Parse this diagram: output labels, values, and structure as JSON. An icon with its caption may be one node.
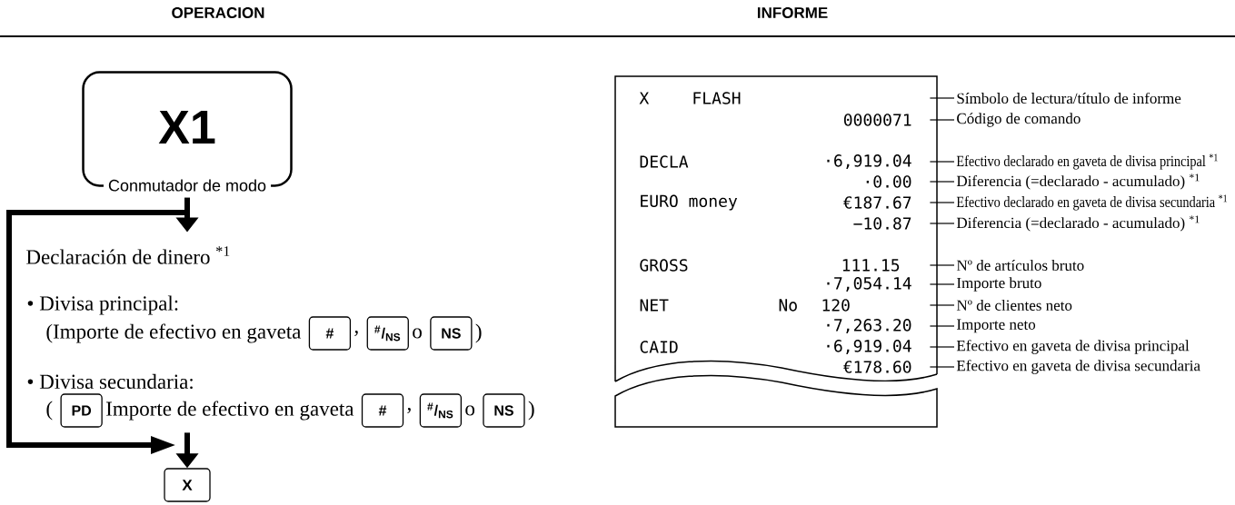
{
  "diagram": {
    "nodes": [
      {
        "text": [
          "X1",
          "Conmutador de modo"
        ]
      },
      {
        "text": [
          "Declaración de dinero $^{*1}$",
          "• Divisa principal:",
          "(Importe de efectivo en gaveta",
          ",",
          "o",
          ")",
          "• Divisa secundaria:",
          "(",
          "Importe de efectivo en gaveta",
          ",",
          "o",
          ")"
        ]
      },
      {
        "text": [
          "#"
        ],
        "in": 1
      },
      {
        "text": [
          "$^{#}$/$_{NS}$"
        ],
        "in": 1
      },
      {
        "text": [
          "NS"
        ],
        "in": 1
      },
      {
        "text": [
          "PD"
        ],
        "in": 1
      },
      {
        "text": [
          "#"
        ],
        "in": 1
      },
      {
        "text": [
          "$^{#}$/$_{NS}$"
        ],
        "in": 1
      },
      {
        "text": [
          "NS"
        ],
        "in": 1
      },
      {
        "text": [
          "X"
        ]
      },
      {
        "text": [
          "X",
          "FLASH",
          "0000071",
          "DECLA",
          "·6,919.04",
          "·0.00",
          "EURO money",
          "€187.67",
          "−10.87",
          "GROSS",
          "111.15",
          "·7,054.14",
          "NET",
          "No",
          "120",
          "·7,263.20",
          "CAID",
          "·6,919.04",
          "€178.60"
        ]
      },
      {
        "text": [
          "Símbolo de lectura/título de informe"
        ]
      },
      {
        "text": [
          "Código de comando"
        ]
      },
      {
        "text": [
          "Efectivo declarado en gaveta de divisa principal $^{*1}$"
        ]
      },
      {
        "text": [
          "Diferencia (=declarado - acumulado) $^{*1}$"
        ]
      },
      {
        "text": [
          "Efectivo declarado en gaveta de divisa secundaria $^{*1}$"
        ]
      },
      {
        "text": [
          "Diferencia (=declarado - acumulado) $^{*1}$"
        ]
      },
      {
        "text": [
          "Nº de artículos bruto"
        ]
      },
      {
        "text": [
          "Importe bruto"
        ]
      },
      {
        "text": [
          "Nº de clientes neto"
        ]
      },
      {
        "text": [
          "Importe neto"
        ]
      },
      {
        "text": [
          "Efectivo en gaveta de divisa principal"
        ]
      },
      {
        "text": [
          "Efectivo en gaveta de divisa secundaria"
        ]
      }
    ],
    "edges": [
      {
        "from": 0,
        "to": 1,
        "arrow": "to",
        "style": "thick"
      },
      {
        "from": 1,
        "to": 9,
        "arrow": "to",
        "style": "thick"
      },
      {
        "from": 0,
        "to": 9,
        "arrow": "to",
        "style": "thick"
      },
      {
        "from": 11,
        "to": 10,
        "arrow": "none"
      },
      {
        "from": 12,
        "to": 10,
        "arrow": "none"
      },
      {
        "from": 13,
        "to": 10,
        "arrow": "none"
      },
      {
        "from": 14,
        "to": 10,
        "arrow": "none"
      },
      {
        "from": 15,
        "to": 10,
        "arrow": "none"
      },
      {
        "from": 16,
        "to": 10,
        "arrow": "none"
      },
      {
        "from": 17,
        "to": 10,
        "arrow": "none"
      },
      {
        "from": 18,
        "to": 10,
        "arrow": "none"
      },
      {
        "from": 19,
        "to": 10,
        "arrow": "none"
      },
      {
        "from": 20,
        "to": 10,
        "arrow": "none"
      },
      {
        "from": 21,
        "to": 10,
        "arrow": "none"
      },
      {
        "from": 22,
        "to": 10,
        "arrow": "none"
      }
    ],
    "labels": [
      "OPERACION",
      "INFORME"
    ]
  }
}
